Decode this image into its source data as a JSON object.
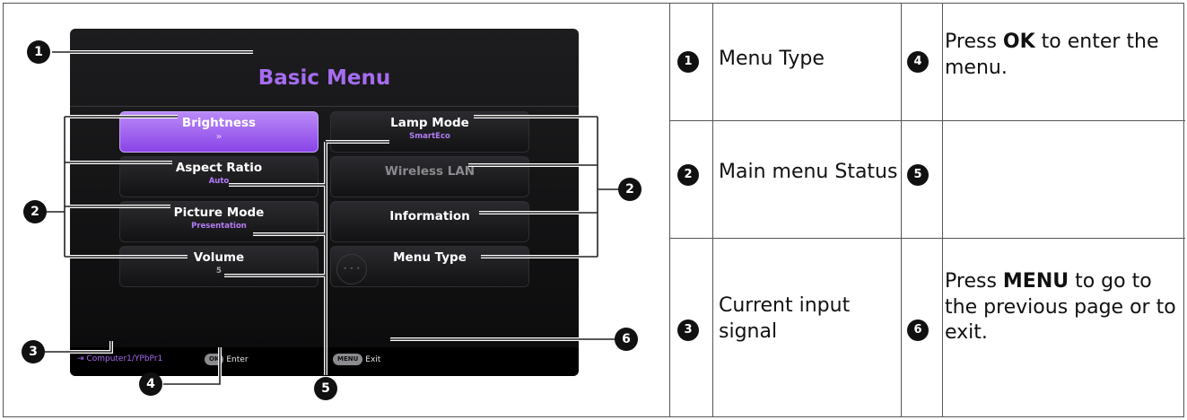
{
  "osd": {
    "title": "Basic Menu",
    "buttons": {
      "brightness": {
        "label": "Brightness",
        "sub": "»"
      },
      "aspect_ratio": {
        "label": "Aspect Ratio",
        "sub": "Auto"
      },
      "picture_mode": {
        "label": "Picture Mode",
        "sub": "Presentation"
      },
      "volume": {
        "label": "Volume",
        "sub": "5"
      },
      "lamp_mode": {
        "label": "Lamp Mode",
        "sub": "SmartEco"
      },
      "wireless_lan": {
        "label": "Wireless LAN"
      },
      "information": {
        "label": "Information"
      },
      "menu_type": {
        "label": "Menu Type"
      },
      "menu_type_dots": "• • •"
    },
    "footer": {
      "source": "Computer1/YPbPr1",
      "ok_pill": "OK",
      "ok_text": "Enter",
      "menu_pill": "MENU",
      "menu_text": "Exit"
    }
  },
  "callouts": [
    "1",
    "2",
    "3",
    "4",
    "5",
    "6"
  ],
  "table": {
    "row1": {
      "num_a": "1",
      "text_a": "Menu Type",
      "num_b": "4",
      "text_b_pre": "Press ",
      "text_b_bold": "OK",
      "text_b_post": " to enter the menu."
    },
    "row2": {
      "num_a": "2",
      "text_a": "Main menu Status",
      "num_b": "5"
    },
    "row3": {
      "num_a": "3",
      "text_a": "Current input signal",
      "num_b": "6",
      "text_b_pre": "Press ",
      "text_b_bold": "MENU",
      "text_b_post": " to go to the previous page or to exit."
    }
  },
  "colors": {
    "accent": "#a66cf0",
    "active_button": "#9b5cf0",
    "panel": "#141416"
  }
}
